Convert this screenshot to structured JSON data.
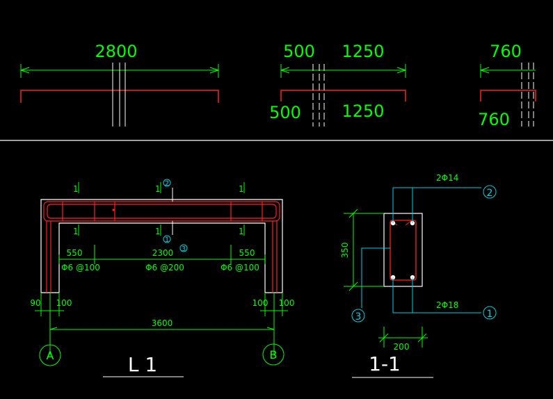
{
  "colors": {
    "background": "#000000",
    "dimension": "#00ff00",
    "outline": "#ffffff",
    "rebar": "#ff2020",
    "leader": "#00cfe0",
    "section_mark": "#00ff00"
  },
  "top_strips": {
    "left": {
      "top_label": "2800"
    },
    "middle": {
      "top_left_label": "500",
      "top_right_label": "1250",
      "bottom_left_label": "500",
      "bottom_right_label": "1250"
    },
    "right": {
      "top_label": "760",
      "bottom_label": "760"
    }
  },
  "elevation": {
    "section_marks": [
      "1",
      "1",
      "1",
      "1",
      "1",
      "1"
    ],
    "bar_labels": {
      "top": "2",
      "bottom": "1",
      "stirrup": "3"
    },
    "span_dims": [
      "550",
      "2300",
      "550"
    ],
    "stirrup_notes": [
      "Φ6 @100",
      "Φ6 @200",
      "Φ6 @100"
    ],
    "support_dims": [
      "90",
      "100",
      "100",
      "100"
    ],
    "total_span": "3600",
    "axes": [
      "A",
      "B"
    ],
    "title": "L 1"
  },
  "section": {
    "top_bars": "2Φ14",
    "bottom_bars": "2Φ18",
    "height": "350",
    "width": "200",
    "callouts": {
      "top": "2",
      "bottom": "1",
      "stirrup": "3"
    },
    "title": "1-1"
  }
}
